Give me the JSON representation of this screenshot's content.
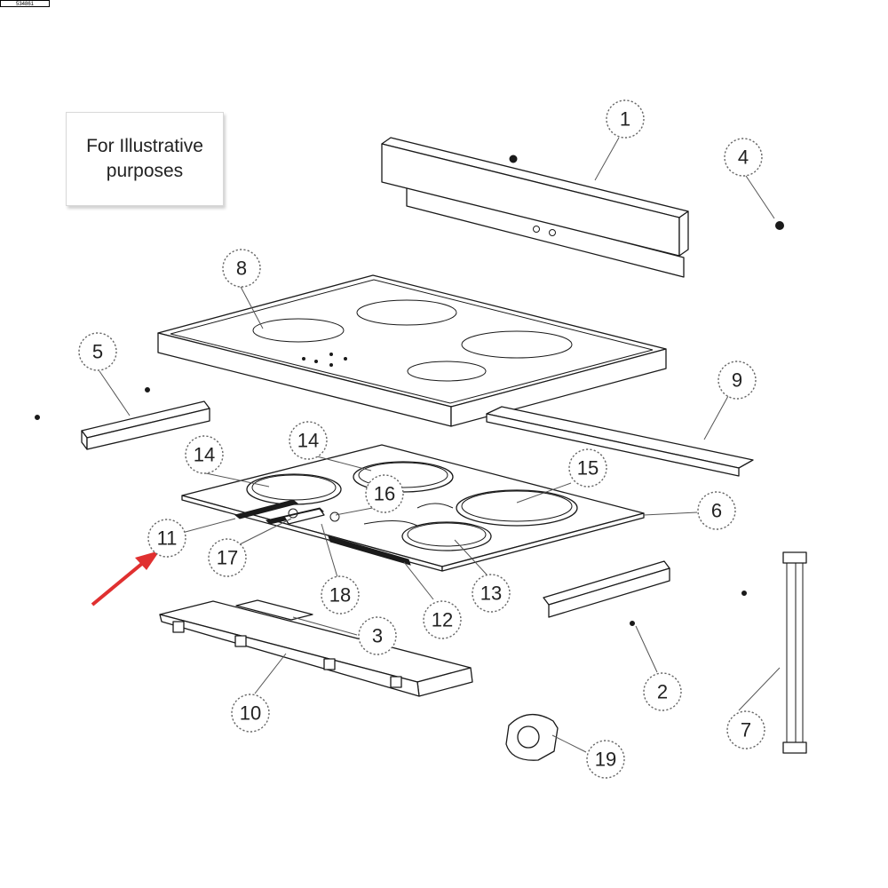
{
  "doc_id": "534861",
  "note": "For Illustrative purposes",
  "callouts": [
    {
      "key": "c1",
      "label": "1"
    },
    {
      "key": "c2",
      "label": "2"
    },
    {
      "key": "c3",
      "label": "3"
    },
    {
      "key": "c4",
      "label": "4"
    },
    {
      "key": "c5",
      "label": "5"
    },
    {
      "key": "c6",
      "label": "6"
    },
    {
      "key": "c7",
      "label": "7"
    },
    {
      "key": "c8",
      "label": "8"
    },
    {
      "key": "c9",
      "label": "9"
    },
    {
      "key": "c10",
      "label": "10"
    },
    {
      "key": "c11",
      "label": "11"
    },
    {
      "key": "c12",
      "label": "12"
    },
    {
      "key": "c13",
      "label": "13"
    },
    {
      "key": "c14a",
      "label": "14"
    },
    {
      "key": "c14b",
      "label": "14"
    },
    {
      "key": "c15",
      "label": "15"
    },
    {
      "key": "c16",
      "label": "16"
    },
    {
      "key": "c17",
      "label": "17"
    },
    {
      "key": "c18",
      "label": "18"
    },
    {
      "key": "c19",
      "label": "19"
    }
  ],
  "highlight_arrow_color": "#e03030",
  "highlighted_part": "11"
}
